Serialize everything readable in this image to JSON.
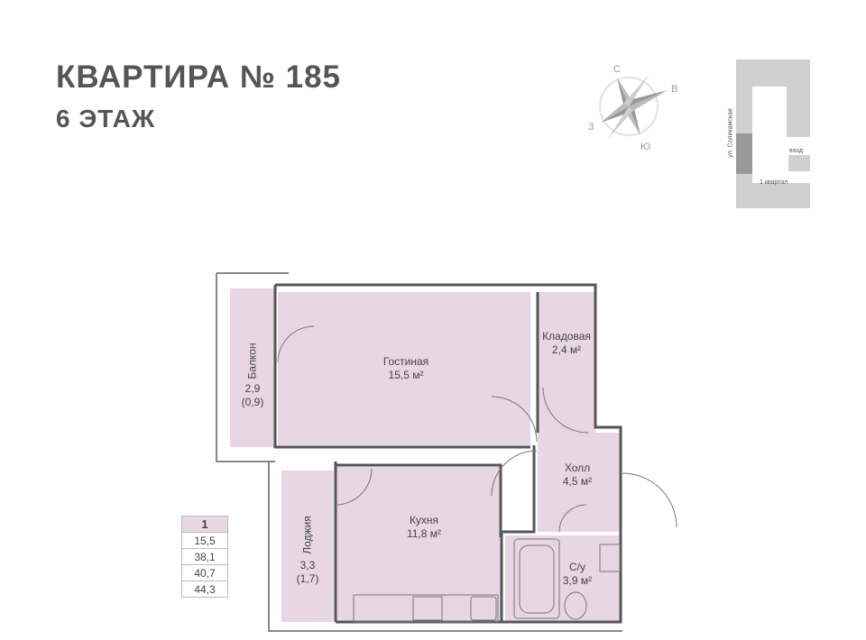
{
  "header": {
    "title": "КВАРТИРА № 185",
    "floor": "6 ЭТАЖ"
  },
  "compass": {
    "n": "С",
    "e": "В",
    "s": "Ю",
    "w": "З"
  },
  "site_plan": {
    "street": "ул. Соликамская",
    "entrance": "вход",
    "block": "1 квартал"
  },
  "rooms": [
    {
      "name": "Гостиная",
      "area": "15,5 м²"
    },
    {
      "name": "Кладовая",
      "area": "2,4 м²"
    },
    {
      "name": "Балкон",
      "area": "2,9",
      "reduced": "(0,9)"
    },
    {
      "name": "Холл",
      "area": "4,5 м²"
    },
    {
      "name": "Кухня",
      "area": "11,8 м²"
    },
    {
      "name": "Лоджия",
      "area": "3,3",
      "reduced": "(1,7)"
    },
    {
      "name": "С/у",
      "area": "3,9 м²"
    }
  ],
  "summary": {
    "rooms_count": "1",
    "values": [
      "15,5",
      "38,1",
      "40,7",
      "44,3"
    ]
  },
  "colors": {
    "room_fill": "#e9d6e4",
    "wall": "#555555",
    "title": "#555555"
  }
}
